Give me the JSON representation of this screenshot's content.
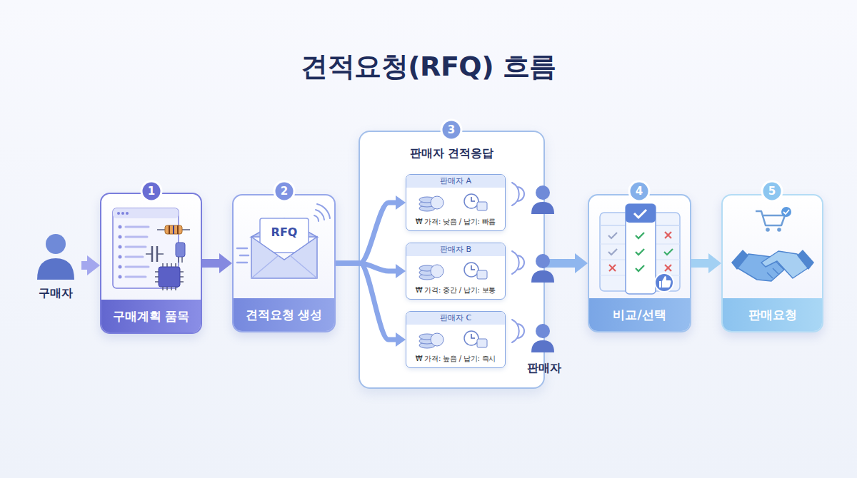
{
  "diagram": {
    "title": "견적요청(RFQ) 흐름",
    "nodes": [
      {
        "text": [
          "구매자"
        ]
      },
      {
        "text": [
          "구매계획 품목"
        ]
      },
      {
        "text": [
          "견적요청 생성"
        ]
      },
      {
        "text": [
          "판매자 견적응답"
        ]
      },
      {
        "text": [
          "판매자 A",
          "₩ 가격: 낮음 / 납기: 빠름"
        ],
        "in": 3
      },
      {
        "text": [
          "판매자 B",
          "₩ 가격: 중간 / 납기: 보통"
        ],
        "in": 3
      },
      {
        "text": [
          "판매자 C",
          "₩ 가격: 높음 / 납기: 즉시"
        ],
        "in": 3
      },
      {
        "text": [
          "비교/선택"
        ]
      },
      {
        "text": [
          "판매요청"
        ]
      }
    ],
    "edges": [
      {
        "from": 0,
        "to": 1,
        "arrow": "to"
      },
      {
        "from": 1,
        "to": 2,
        "arrow": "to"
      },
      {
        "from": 2,
        "to": 4,
        "arrow": "to"
      },
      {
        "from": 2,
        "to": 5,
        "arrow": "to"
      },
      {
        "from": 2,
        "to": 6,
        "arrow": "to"
      },
      {
        "from": 3,
        "to": 7,
        "arrow": "to"
      },
      {
        "from": 7,
        "to": 8,
        "arrow": "to"
      }
    ],
    "labels": [
      "1",
      "2",
      "3",
      "4",
      "5",
      "RFQ",
      "판매자"
    ]
  }
}
